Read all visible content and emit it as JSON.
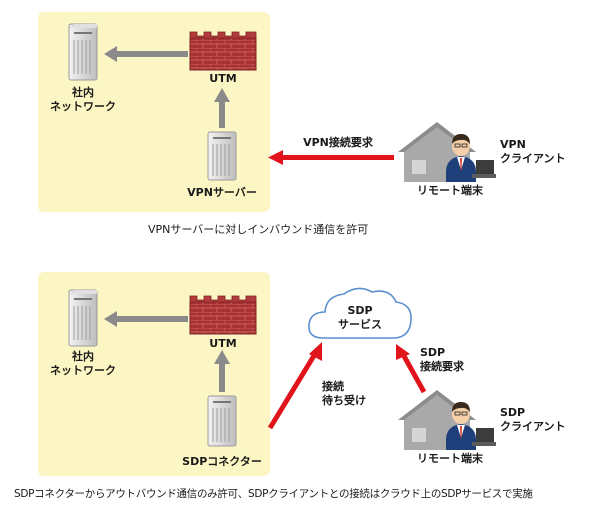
{
  "top": {
    "internal_network": [
      "社内",
      "ネットワーク"
    ],
    "utm": "UTM",
    "vpn_server": "VPNサーバー",
    "vpn_request": "VPN接続要求",
    "remote_terminal": "リモート端末",
    "vpn_client": [
      "VPN",
      "クライアント"
    ],
    "caption": "VPNサーバーに対しインバウンド通信を許可"
  },
  "bottom": {
    "internal_network": [
      "社内",
      "ネットワーク"
    ],
    "utm": "UTM",
    "sdp_connector": "SDPコネクター",
    "sdp_service": [
      "SDP",
      "サービス"
    ],
    "connection_wait": [
      "接続",
      "待ち受け"
    ],
    "sdp_request": [
      "SDP",
      "接続要求"
    ],
    "remote_terminal": "リモート端末",
    "sdp_client": [
      "SDP",
      "クライアント"
    ],
    "caption": "SDPコネクターからアウトバウンド通信のみ許可、SDPクライアントとの接続はクラウド上のSDPサービスで実施"
  },
  "colors": {
    "panel": "#fbf6c3",
    "arrow_gray": "#8a8a8a",
    "arrow_red": "#e2141b",
    "firewall": "#a83232",
    "cloud_stroke": "#5b8fd0"
  }
}
